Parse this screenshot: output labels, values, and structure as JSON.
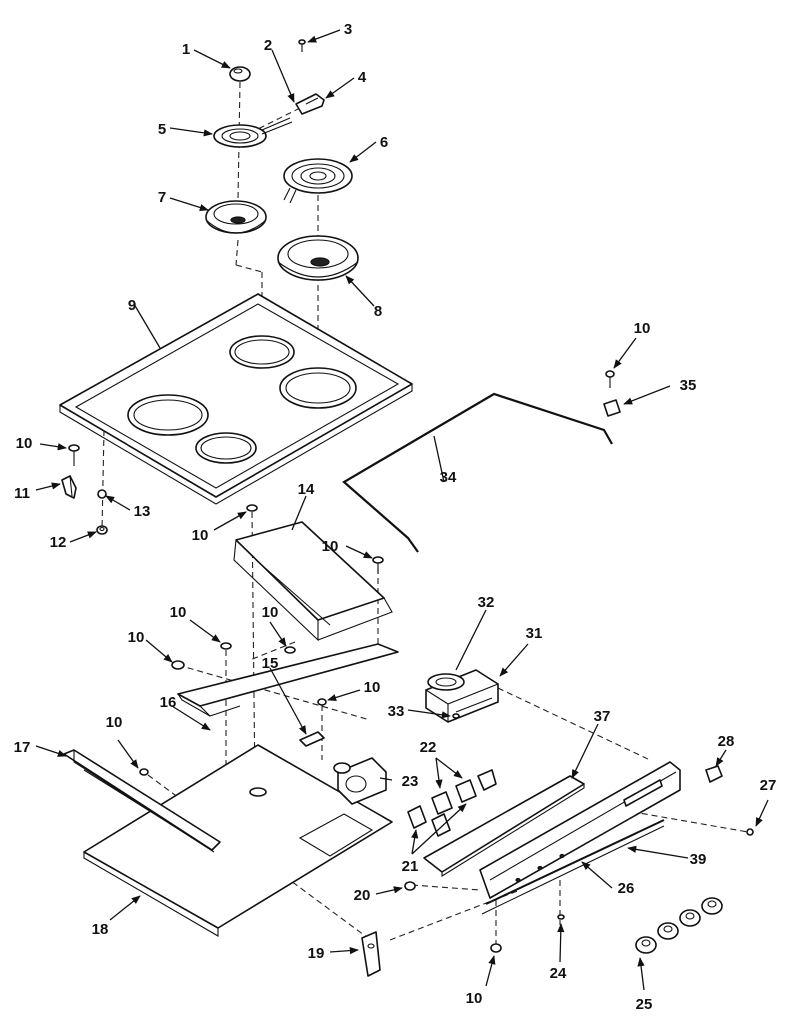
{
  "callouts": [
    {
      "id": "c1",
      "label": "1"
    },
    {
      "id": "c2",
      "label": "2"
    },
    {
      "id": "c3",
      "label": "3"
    },
    {
      "id": "c4",
      "label": "4"
    },
    {
      "id": "c5",
      "label": "5"
    },
    {
      "id": "c6",
      "label": "6"
    },
    {
      "id": "c7",
      "label": "7"
    },
    {
      "id": "c8",
      "label": "8"
    },
    {
      "id": "c9",
      "label": "9"
    },
    {
      "id": "c10a",
      "label": "10"
    },
    {
      "id": "c10b",
      "label": "10"
    },
    {
      "id": "c10c",
      "label": "10"
    },
    {
      "id": "c10d",
      "label": "10"
    },
    {
      "id": "c10e",
      "label": "10"
    },
    {
      "id": "c10f",
      "label": "10"
    },
    {
      "id": "c10g",
      "label": "10"
    },
    {
      "id": "c10h",
      "label": "10"
    },
    {
      "id": "c10i",
      "label": "10"
    },
    {
      "id": "c10j",
      "label": "10"
    },
    {
      "id": "c11",
      "label": "11"
    },
    {
      "id": "c12",
      "label": "12"
    },
    {
      "id": "c13",
      "label": "13"
    },
    {
      "id": "c14",
      "label": "14"
    },
    {
      "id": "c15",
      "label": "15"
    },
    {
      "id": "c16",
      "label": "16"
    },
    {
      "id": "c17",
      "label": "17"
    },
    {
      "id": "c18",
      "label": "18"
    },
    {
      "id": "c19",
      "label": "19"
    },
    {
      "id": "c20",
      "label": "20"
    },
    {
      "id": "c21",
      "label": "21"
    },
    {
      "id": "c22",
      "label": "22"
    },
    {
      "id": "c23",
      "label": "23"
    },
    {
      "id": "c24",
      "label": "24"
    },
    {
      "id": "c25",
      "label": "25"
    },
    {
      "id": "c26",
      "label": "26"
    },
    {
      "id": "c27",
      "label": "27"
    },
    {
      "id": "c28",
      "label": "28"
    },
    {
      "id": "c31",
      "label": "31"
    },
    {
      "id": "c32",
      "label": "32"
    },
    {
      "id": "c33",
      "label": "33"
    },
    {
      "id": "c34",
      "label": "34"
    },
    {
      "id": "c35",
      "label": "35"
    },
    {
      "id": "c37",
      "label": "37"
    },
    {
      "id": "c39",
      "label": "39"
    }
  ]
}
